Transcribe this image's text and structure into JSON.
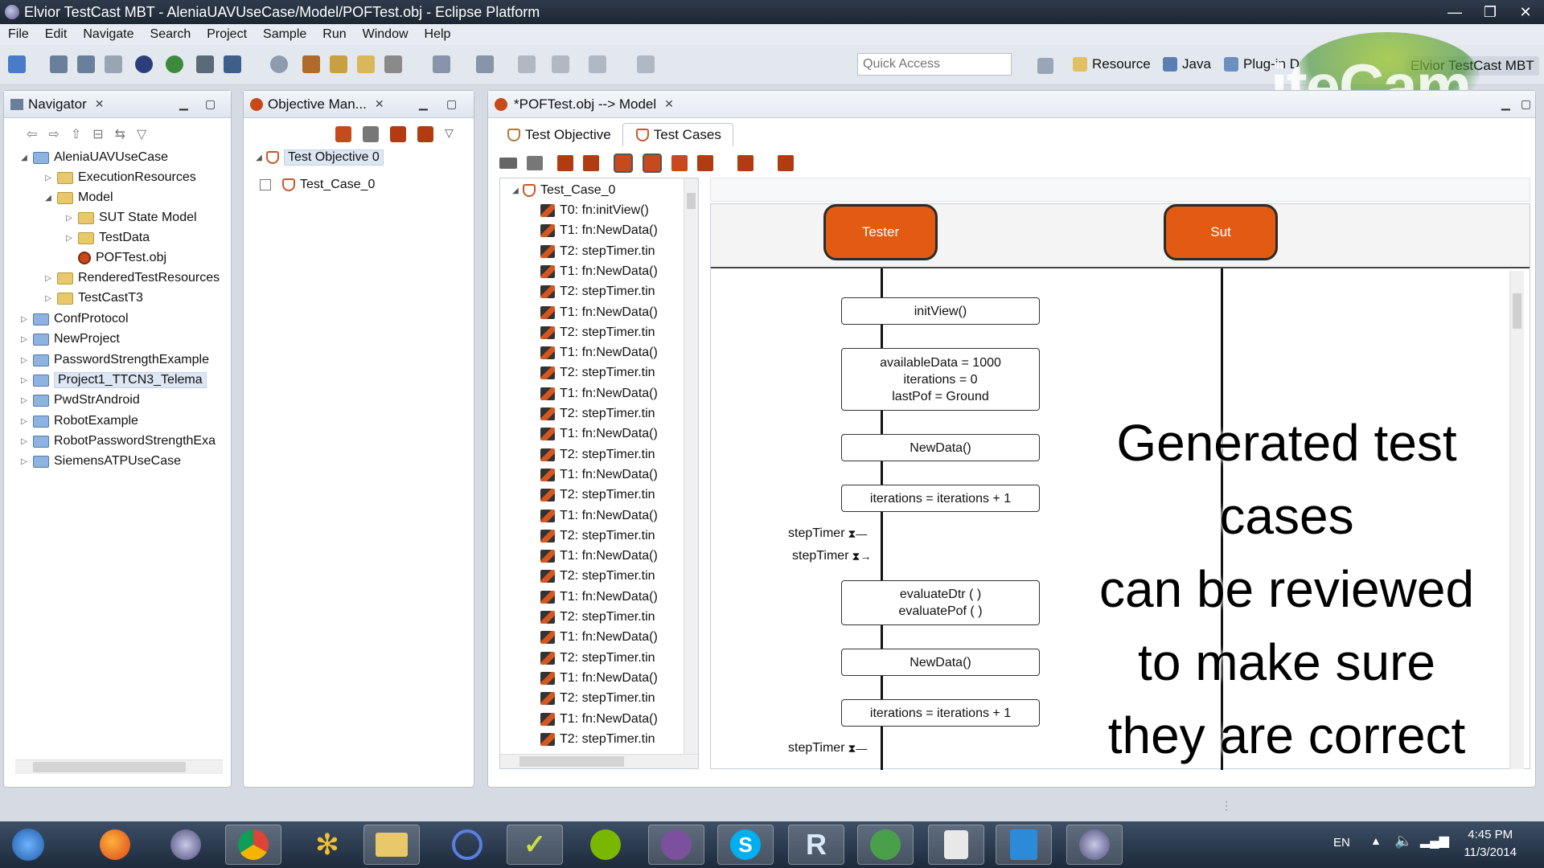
{
  "window": {
    "title": "Elvior TestCast MBT - AleniaUAVUseCase/Model/POFTest.obj - Eclipse Platform",
    "controls": [
      "—",
      "❐",
      "✕"
    ]
  },
  "menu": [
    "File",
    "Edit",
    "Navigate",
    "Search",
    "Project",
    "Sample",
    "Run",
    "Window",
    "Help"
  ],
  "toolbar": {
    "quick_access_placeholder": "Quick Access",
    "perspectives": [
      "Resource",
      "Java",
      "Plug-in D"
    ],
    "active_perspective": "Elvior TestCast MBT"
  },
  "navigator": {
    "tab_label": "Navigator",
    "items": [
      {
        "label": "AleniaUAVUseCase",
        "type": "project",
        "expanded": true
      },
      {
        "label": "ExecutionResources",
        "type": "folder"
      },
      {
        "label": "Model",
        "type": "folder",
        "expanded": true
      },
      {
        "label": "SUT State Model",
        "type": "folder"
      },
      {
        "label": "TestData",
        "type": "folder"
      },
      {
        "label": "POFTest.obj",
        "type": "file"
      },
      {
        "label": "RenderedTestResources",
        "type": "folder"
      },
      {
        "label": "TestCastT3",
        "type": "folder"
      },
      {
        "label": "ConfProtocol",
        "type": "project"
      },
      {
        "label": "NewProject",
        "type": "project"
      },
      {
        "label": "PasswordStrengthExample",
        "type": "project"
      },
      {
        "label": "Project1_TTCN3_Telema",
        "type": "project",
        "selected": true
      },
      {
        "label": "PwdStrAndroid",
        "type": "project"
      },
      {
        "label": "RobotExample",
        "type": "project"
      },
      {
        "label": "RobotPasswordStrengthExa",
        "type": "project"
      },
      {
        "label": "SiemensATPUseCase",
        "type": "project"
      }
    ]
  },
  "objective_manager": {
    "tab_label": "Objective Man...",
    "root": "Test Objective 0",
    "child": "Test_Case_0"
  },
  "editor": {
    "tab_label": "*POFTest.obj --> Model",
    "subtabs": [
      "Test Objective",
      "Test Cases"
    ],
    "active_subtab": "Test Cases",
    "tree_root": "Test_Case_0",
    "steps": [
      "T0: fn:initView()",
      "T1: fn:NewData()",
      "T2: stepTimer.tin",
      "T1: fn:NewData()",
      "T2: stepTimer.tin",
      "T1: fn:NewData()",
      "T2: stepTimer.tin",
      "T1: fn:NewData()",
      "T2: stepTimer.tin",
      "T1: fn:NewData()",
      "T2: stepTimer.tin",
      "T1: fn:NewData()",
      "T2: stepTimer.tin",
      "T1: fn:NewData()",
      "T2: stepTimer.tin",
      "T1: fn:NewData()",
      "T2: stepTimer.tin",
      "T1: fn:NewData()",
      "T2: stepTimer.tin",
      "T1: fn:NewData()",
      "T2: stepTimer.tin",
      "T1: fn:NewData()",
      "T2: stepTimer.tin",
      "T1: fn:NewData()",
      "T2: stepTimer.tin",
      "T1: fn:NewData()",
      "T2: stepTimer.tin"
    ],
    "diagram": {
      "lifelines": [
        "Tester",
        "Sut"
      ],
      "messages": [
        [
          "initView()"
        ],
        [
          "availableData = 1000",
          "iterations = 0",
          "lastPof = Ground"
        ],
        [
          "NewData()"
        ],
        [
          "iterations = iterations + 1"
        ],
        [
          "evaluateDtr ( )",
          "evaluatePof ( )"
        ],
        [
          "NewData()"
        ],
        [
          "iterations = iterations + 1"
        ]
      ],
      "timers": [
        "stepTimer",
        "stepTimer",
        "stepTimer"
      ]
    }
  },
  "overlay_caption": [
    "Generated test",
    "cases",
    "can be reviewed",
    "to make sure",
    "they are correct"
  ],
  "watermark": "iteCam",
  "taskbar": {
    "language": "EN",
    "time": "4:45 PM",
    "date": "11/3/2014"
  }
}
